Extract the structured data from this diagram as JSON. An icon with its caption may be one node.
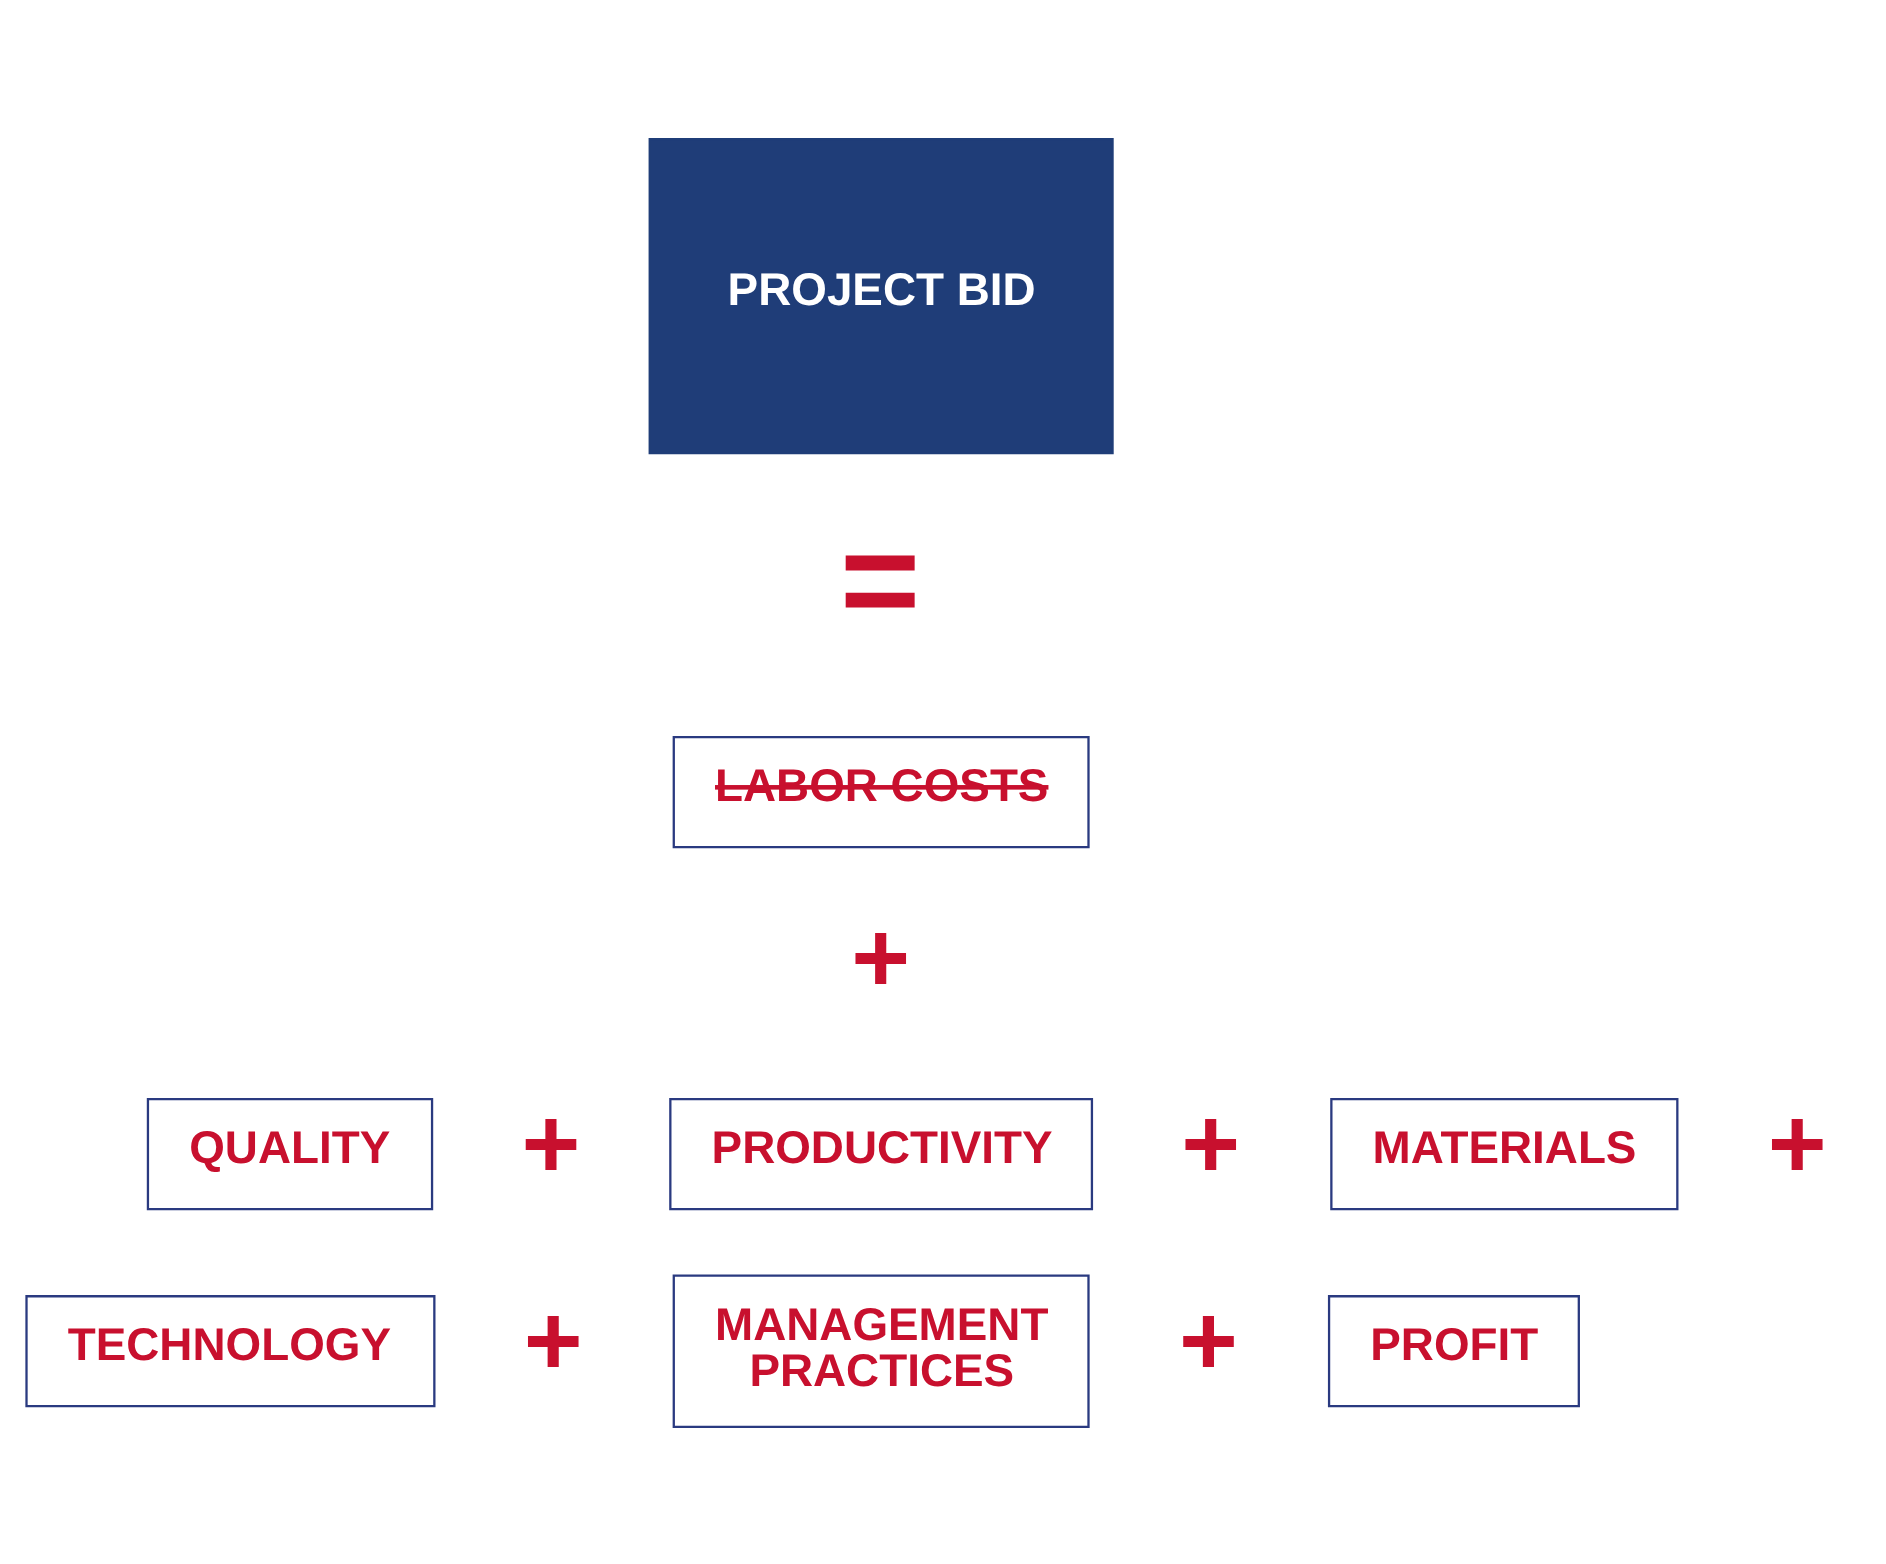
{
  "diagram": {
    "nodes": [
      {
        "text": [
          "PROJECT BID"
        ]
      },
      {
        "text": [
          "LABOR COSTS"
        ]
      },
      {
        "text": [
          "QUALITY"
        ]
      },
      {
        "text": [
          "PRODUCTIVITY"
        ]
      },
      {
        "text": [
          "MATERIALS"
        ]
      },
      {
        "text": [
          "TECHNOLOGY"
        ]
      },
      {
        "text": [
          "MANAGEMENT PRACTICES"
        ]
      },
      {
        "text": [
          "PROFIT"
        ]
      }
    ],
    "labels": [
      "=",
      "+",
      "+",
      "+",
      "+",
      "+",
      "+"
    ]
  }
}
